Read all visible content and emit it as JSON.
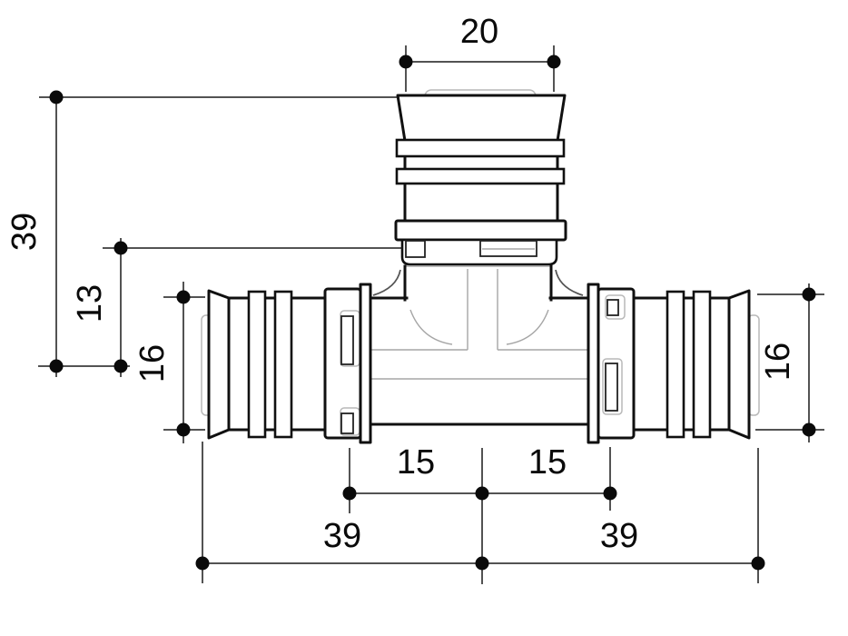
{
  "drawing": {
    "background": "#ffffff",
    "outline_color": "#101010",
    "dimension_line_color": "#1a1a1a",
    "internal_line_color": "#a6a6a6",
    "dimensions": {
      "top_width": {
        "value": "20"
      },
      "left_total_height": {
        "value": "39"
      },
      "left_upper_height": {
        "value": "13"
      },
      "left_bore": {
        "value": "16"
      },
      "right_bore": {
        "value": "16"
      },
      "bottom_left_half": {
        "value": "15"
      },
      "bottom_right_half": {
        "value": "15"
      },
      "bottom_left_width": {
        "value": "39"
      },
      "bottom_right_width": {
        "value": "39"
      }
    }
  }
}
